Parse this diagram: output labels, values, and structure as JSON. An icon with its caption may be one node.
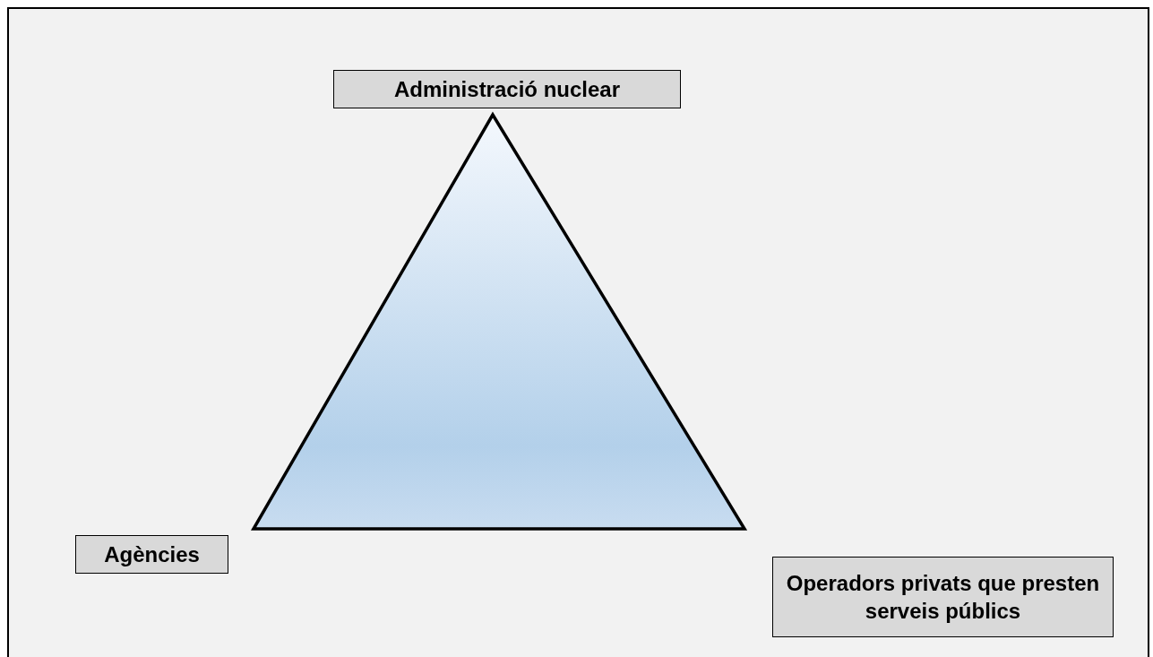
{
  "diagram": {
    "nodes": [
      {
        "text": [
          "Administració nuclear"
        ]
      },
      {
        "text": [
          "Agències"
        ]
      },
      {
        "text": [
          "Operadors privats que presten serveis públics"
        ]
      }
    ]
  }
}
